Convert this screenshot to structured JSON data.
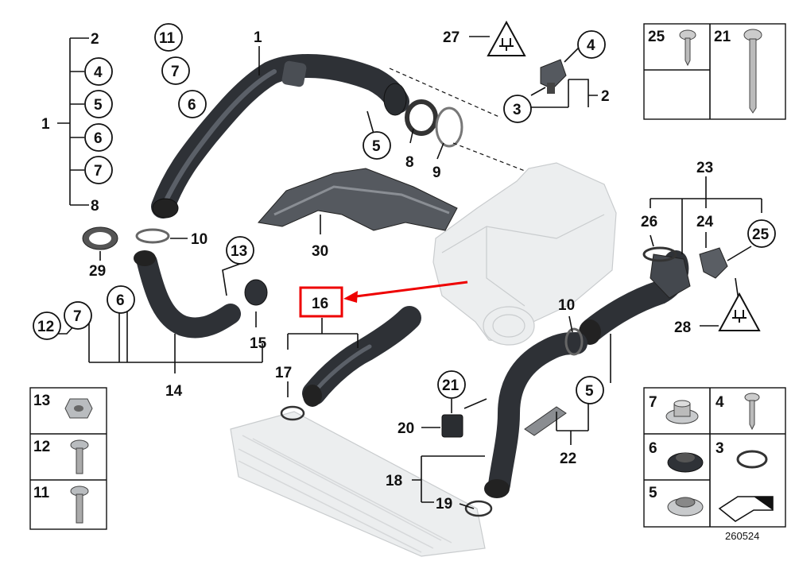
{
  "labels": {
    "l1_top": "1",
    "l2_top": "2",
    "l4_left": "4",
    "l5_left": "5",
    "l6_left": "6",
    "l7_left": "7",
    "l8_left": "8",
    "l1_left": "1",
    "l11_top": "11",
    "l7_top": "7",
    "l6_top": "6",
    "l5_mid": "5",
    "l8_mid": "8",
    "l9_mid": "9",
    "l27": "27",
    "l4_sensor": "4",
    "l3_sensor": "3",
    "l2_sensor": "2",
    "l30": "30",
    "l10_left": "10",
    "l29": "29",
    "l13_mid": "13",
    "l6_hose": "6",
    "l7_hose": "7",
    "l12_hose": "12",
    "l15": "15",
    "l14": "14",
    "l16": "16",
    "l17": "17",
    "l23": "23",
    "l26": "26",
    "l24": "24",
    "l25_right": "25",
    "l28": "28",
    "l10_right": "10",
    "l5_right": "5",
    "l22": "22",
    "l21_mid": "21",
    "l20": "20",
    "l18": "18",
    "l19": "19"
  },
  "legend_top": {
    "left": "25",
    "right": "21"
  },
  "legend_left": [
    "13",
    "12",
    "11"
  ],
  "legend_right": {
    "r1a": "7",
    "r1b": "4",
    "r2a": "6",
    "r2b": "3",
    "r3a": "5"
  },
  "diagram_number": "260524",
  "highlight": {
    "label": "16",
    "color": "#e00000"
  }
}
